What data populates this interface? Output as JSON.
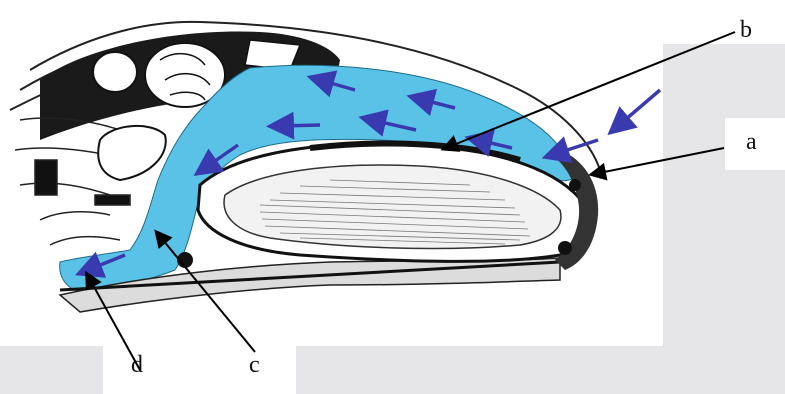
{
  "labels": {
    "a": "a",
    "b": "b",
    "c": "c",
    "d": "d"
  },
  "colors": {
    "fluid": "#5bc2e7",
    "flow_arrow": "#3a3ab0",
    "pointer_arrow": "#000000",
    "background": "#e6e6e8",
    "panel": "#ffffff"
  }
}
